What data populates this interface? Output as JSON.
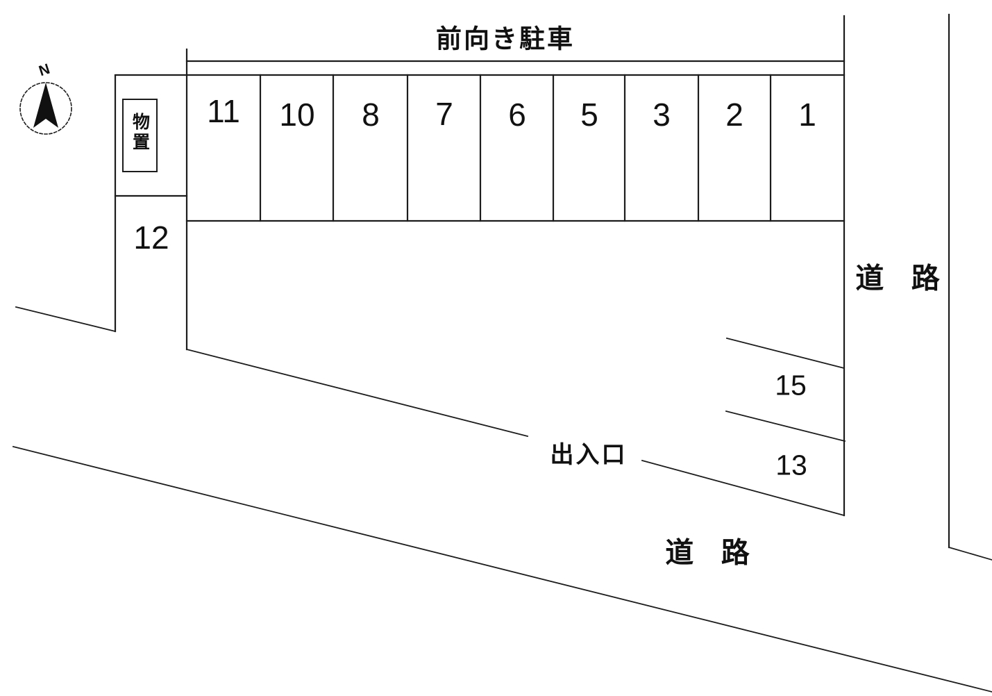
{
  "diagram": {
    "title": "前向き駐車",
    "compass": {
      "north_label": "N"
    },
    "storage": {
      "label": "物置"
    },
    "parking_row_labels": [
      "11",
      "10",
      "8",
      "7",
      "6",
      "5",
      "3",
      "2",
      "1"
    ],
    "side_stall_label": "12",
    "right_stall_labels": [
      "15",
      "13"
    ],
    "entrance": {
      "label": "出入口"
    },
    "roads": {
      "right_label": "道 路",
      "bottom_label": "道 路"
    },
    "colors": {
      "line": "#1c1c1c",
      "background": "#ffffff",
      "text": "#111111"
    }
  }
}
